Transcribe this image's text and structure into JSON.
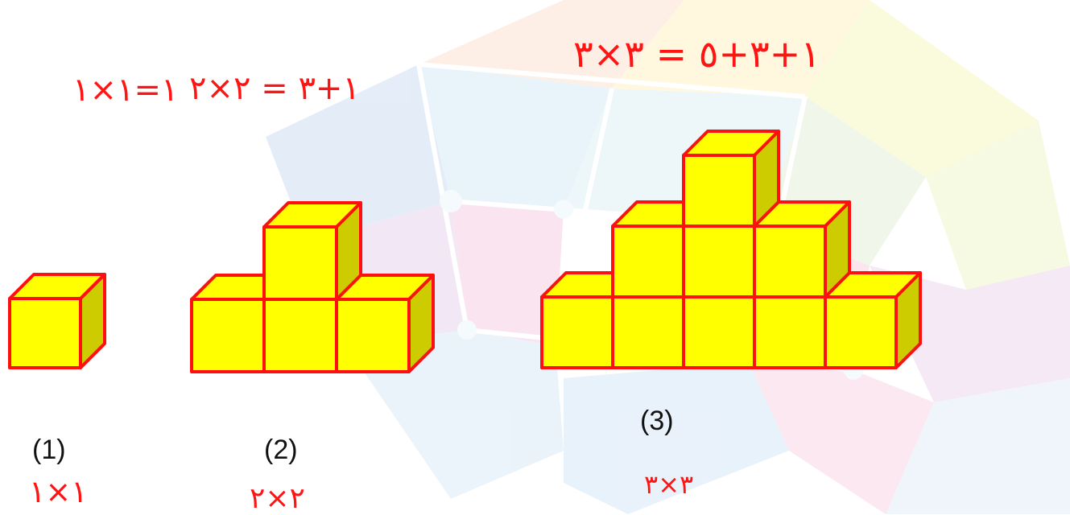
{
  "colors": {
    "cube_front": "#ffff00",
    "cube_top": "#ffff00",
    "cube_side": "#cccc00",
    "cube_edge": "#ff1010",
    "ink": "#ff1414",
    "label": "#111111"
  },
  "figures": [
    {
      "label": "(1)",
      "caption": "١×١",
      "layers": [
        1
      ]
    },
    {
      "label": "(2)",
      "caption": "٢×٢",
      "layers": [
        3,
        1
      ]
    },
    {
      "label": "(3)",
      "caption": "٣×٣",
      "layers": [
        5,
        3,
        1
      ]
    }
  ],
  "equations": [
    "١=١×١",
    "١+٣ = ٢×٢",
    "١+٣+٥ = ٣×٣"
  ]
}
